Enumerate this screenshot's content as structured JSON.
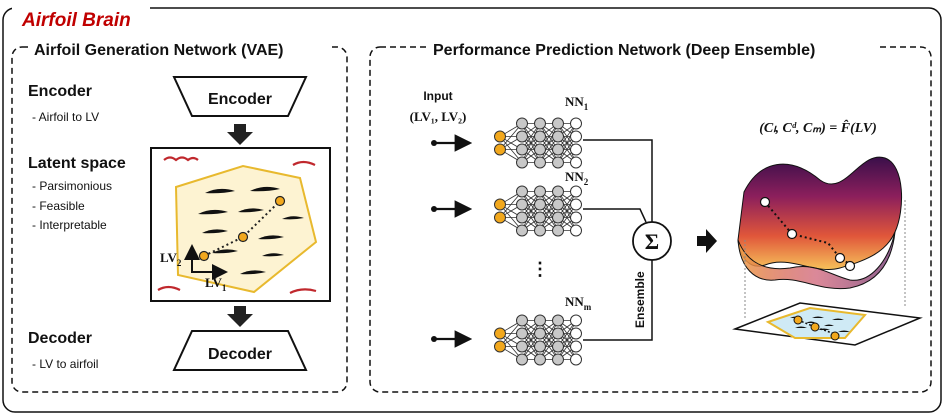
{
  "title": "Airfoil Brain",
  "vae": {
    "title": "Airfoil Generation Network (VAE)",
    "encoder_heading": "Encoder",
    "encoder_desc": "- Airfoil to LV",
    "encoder_block": "Encoder",
    "latent_heading": "Latent space",
    "latent_props": [
      "- Parsimonious",
      "- Feasible",
      "- Interpretable"
    ],
    "lv1": "LV",
    "lv1_sub": "1",
    "lv2": "LV",
    "lv2_sub": "2",
    "decoder_heading": "Decoder",
    "decoder_desc": "- LV to airfoil",
    "decoder_block": "Decoder"
  },
  "ppn": {
    "title": "Performance Prediction Network (Deep Ensemble)",
    "input_label": "Input",
    "input_vars": "(LV₁, LV₂)",
    "nn_labels": [
      {
        "base": "NN",
        "sub": "1"
      },
      {
        "base": "NN",
        "sub": "2"
      },
      {
        "base": "NN",
        "sub": "m"
      }
    ],
    "ellipsis": "⋮",
    "sum_symbol": "Σ",
    "ensemble_label": "Ensemble",
    "formula": "(Cₗ, Cᵈ, Cₘ) = F̂(LV)"
  },
  "colors": {
    "title_red": "#c00000",
    "node_orange": "#f2a81d",
    "latent_fill": "#fdf3d2",
    "latent_border": "#e8b92e",
    "arrow_dark": "#222222"
  },
  "icons": [
    "down-arrow-icon",
    "right-arrow-icon",
    "sum-icon",
    "surface-plot-icon"
  ]
}
